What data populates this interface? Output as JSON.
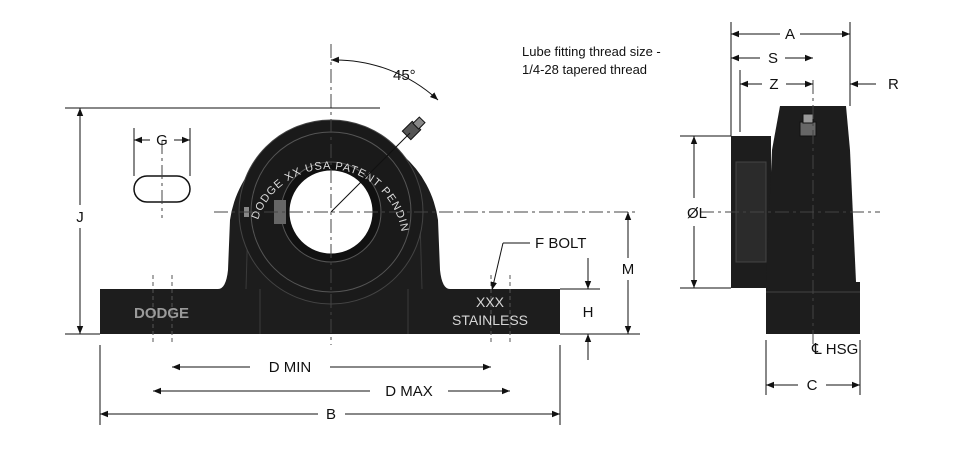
{
  "note": {
    "line1": "Lube fitting thread size -",
    "line2": "1/4-28 tapered thread"
  },
  "angle_label": "45°",
  "front_view": {
    "labels": {
      "g": "G",
      "j": "J",
      "m": "M",
      "h": "H",
      "f_bolt": "F BOLT",
      "d_min": "D MIN",
      "d_max": "D MAX",
      "b": "B"
    },
    "brand": "DODGE",
    "stamp_upper": "XXX",
    "stamp_lower": "STAINLESS",
    "ring_text": "DODGE XX USA PATENT PENDING"
  },
  "side_view": {
    "labels": {
      "a": "A",
      "s": "S",
      "z": "Z",
      "r": "R",
      "l": "ØL",
      "cl_hsg": "℄ HSG",
      "c": "C"
    }
  },
  "colors": {
    "housing": "#1d1d1d",
    "line": "#111111",
    "background": "#ffffff"
  }
}
